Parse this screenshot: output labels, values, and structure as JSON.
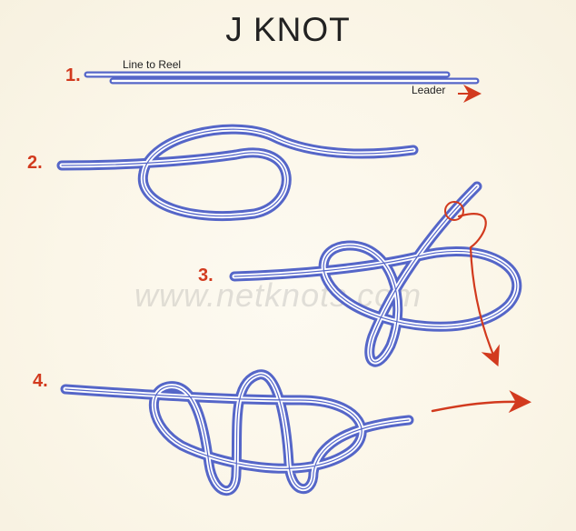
{
  "title": "J KNOT",
  "steps": [
    {
      "number": "1."
    },
    {
      "number": "2."
    },
    {
      "number": "3."
    },
    {
      "number": "4."
    }
  ],
  "labels": {
    "line_to_reel": "Line to Reel",
    "leader": "Leader"
  },
  "watermark": "www.netknots.com",
  "colors": {
    "line_blue": "#5566c8",
    "line_white": "#ffffff",
    "arrow_red": "#d23a1e",
    "step_red": "#d23a1e"
  }
}
